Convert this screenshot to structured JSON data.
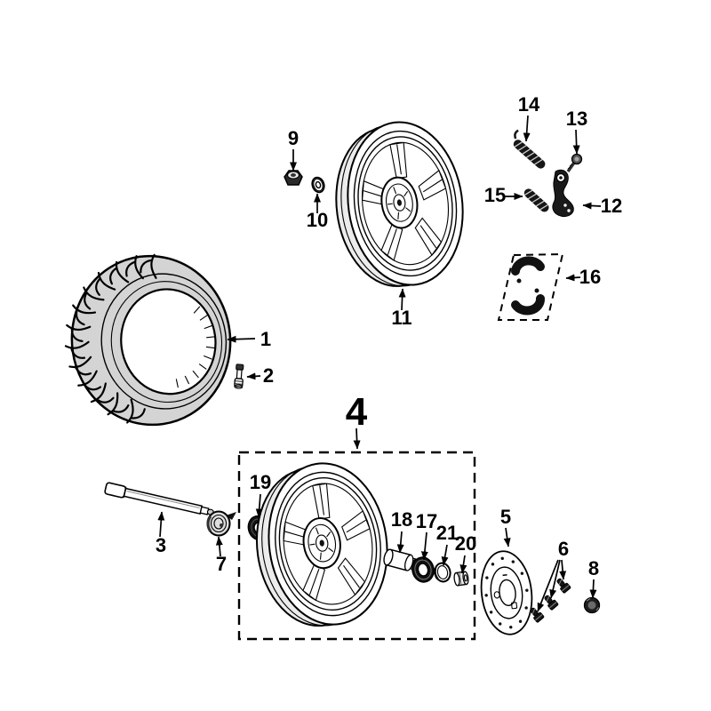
{
  "diagram": {
    "background": "#ffffff",
    "line_color": "#000000",
    "tire_fill": "#d4d4d4",
    "dark_fill": "#161616",
    "parts": [
      {
        "id": 1,
        "label": "1",
        "name": "tire"
      },
      {
        "id": 2,
        "label": "2",
        "name": "valve-stem"
      },
      {
        "id": 3,
        "label": "3",
        "name": "axle"
      },
      {
        "id": 4,
        "label": "4",
        "name": "front-wheel-assembly-group"
      },
      {
        "id": 5,
        "label": "5",
        "name": "brake-disc"
      },
      {
        "id": 6,
        "label": "6",
        "name": "disc-bolts"
      },
      {
        "id": 7,
        "label": "7",
        "name": "speedometer-drive"
      },
      {
        "id": 8,
        "label": "8",
        "name": "flange-nut"
      },
      {
        "id": 9,
        "label": "9",
        "name": "axle-nut"
      },
      {
        "id": 10,
        "label": "10",
        "name": "washer"
      },
      {
        "id": 11,
        "label": "11",
        "name": "rear-wheel-rim"
      },
      {
        "id": 12,
        "label": "12",
        "name": "brake-cam-lever"
      },
      {
        "id": 13,
        "label": "13",
        "name": "screw"
      },
      {
        "id": 14,
        "label": "14",
        "name": "spring"
      },
      {
        "id": 15,
        "label": "15",
        "name": "spring"
      },
      {
        "id": 16,
        "label": "16",
        "name": "brake-shoes"
      },
      {
        "id": 17,
        "label": "17",
        "name": "bearing"
      },
      {
        "id": 18,
        "label": "18",
        "name": "spacer-tube"
      },
      {
        "id": 19,
        "label": "19",
        "name": "oil-seal"
      },
      {
        "id": 20,
        "label": "20",
        "name": "spacer"
      },
      {
        "id": 21,
        "label": "21",
        "name": "seal"
      }
    ]
  }
}
